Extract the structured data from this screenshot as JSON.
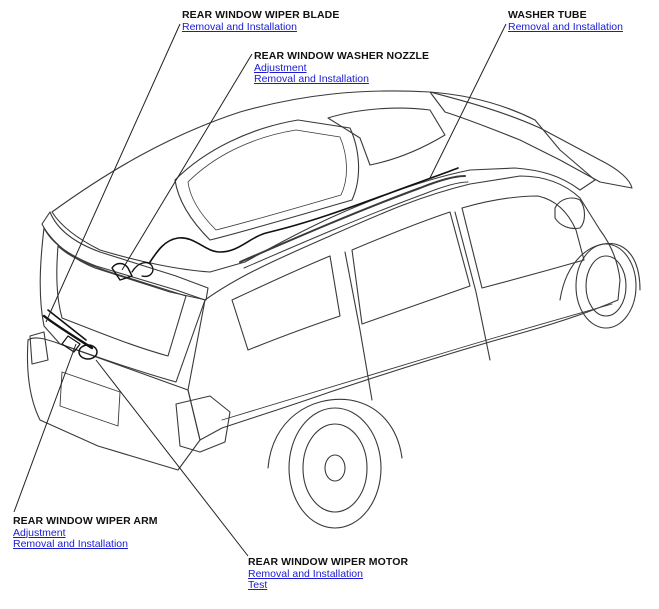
{
  "callouts": {
    "blade": {
      "title": "REAR WINDOW WIPER BLADE",
      "links": [
        "Removal and Installation"
      ]
    },
    "nozzle": {
      "title": "REAR WINDOW WASHER NOZZLE",
      "links": [
        "Adjustment",
        "Removal and Installation"
      ]
    },
    "tube": {
      "title": "WASHER TUBE",
      "links": [
        "Removal and Installation"
      ]
    },
    "arm": {
      "title": "REAR WINDOW WIPER ARM",
      "links": [
        "Adjustment",
        "Removal and Installation"
      ]
    },
    "motor": {
      "title": "REAR WINDOW WIPER MOTOR",
      "links": [
        "Removal and Installation",
        "Test"
      ]
    }
  },
  "colors": {
    "link": "#1a1ad0",
    "line": "#222222",
    "label": "#111111"
  }
}
